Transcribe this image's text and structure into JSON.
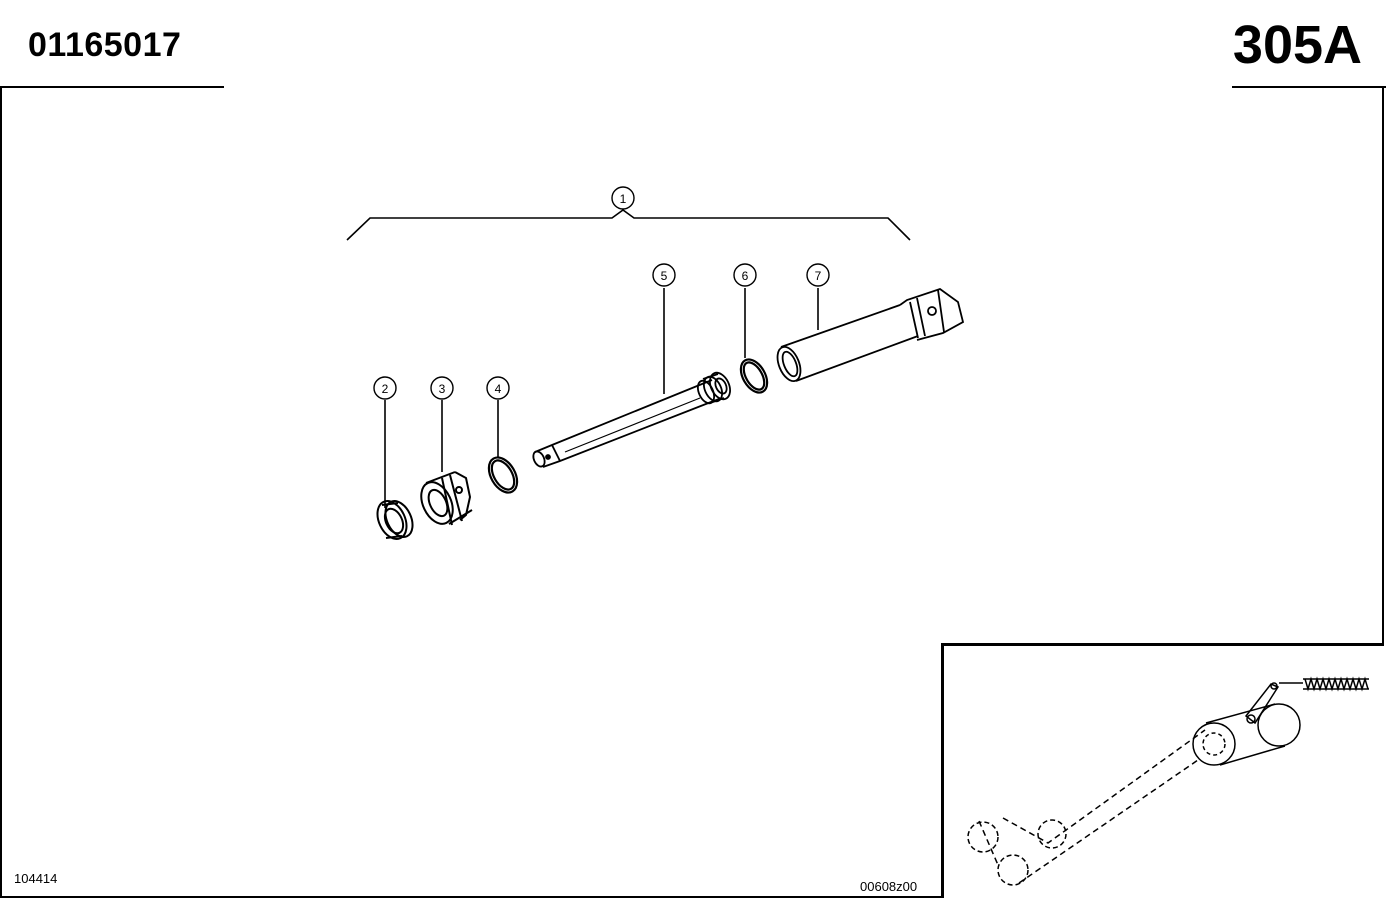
{
  "header": {
    "part_number": "01165017",
    "sheet_id": "305A"
  },
  "footer": {
    "left_code": "104414",
    "right_code": "00608z00"
  },
  "callouts": [
    "1",
    "2",
    "3",
    "4",
    "5",
    "6",
    "7"
  ]
}
